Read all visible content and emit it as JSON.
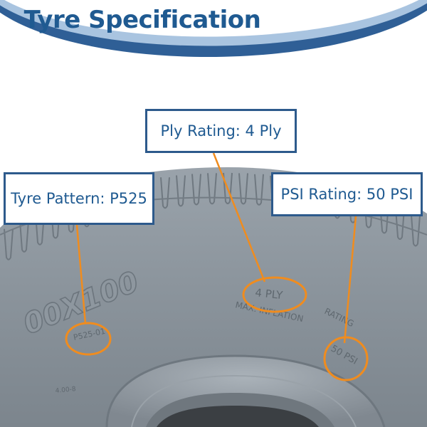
{
  "header": {
    "title": "Tyre Specification"
  },
  "callouts": {
    "ply_rating": "Ply Rating: 4 Ply",
    "tyre_pattern": "Tyre Pattern: P525",
    "psi_rating": "PSI Rating: 50 PSI"
  },
  "sidewall_markings": {
    "size": "00X100",
    "pattern_code": "P525-01",
    "ply": "4 PLY",
    "rating": "RATING",
    "max_inflation": "MAX. INFLATION",
    "psi": "50 PSI",
    "rim_size": "4.00-8"
  },
  "colors": {
    "title": "#1f5a91",
    "callout_border": "#2d5a8c",
    "leader_line": "#f08c1e",
    "tyre_grey": "#8e979f",
    "arc_dark": "#2f5f96",
    "arc_light": "#a9c4e0"
  }
}
